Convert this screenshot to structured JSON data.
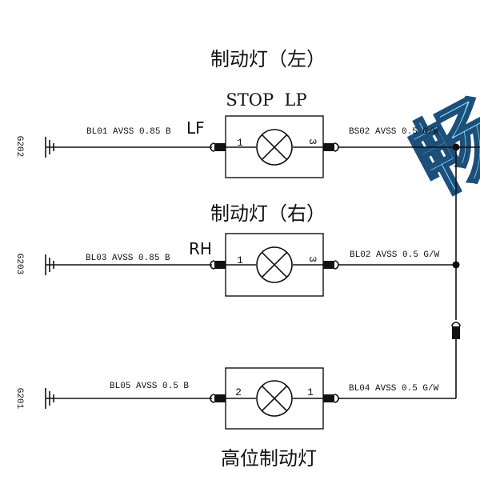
{
  "diagram": {
    "watermark": "畅",
    "lamps": [
      {
        "title": "制动灯（左）",
        "subtitle": "STOP  LP",
        "side_tag": "LF",
        "ground": "G202",
        "left_wire": "BL01 AVSS 0.85 B",
        "right_wire": "BS02 AVSS 0.5 G/W",
        "left_pin": "1",
        "right_pin": "3"
      },
      {
        "title": "制动灯（右）",
        "side_tag": "RH",
        "ground": "G203",
        "left_wire": "BL03 AVSS 0.85 B",
        "right_wire": "BL02 AVSS 0.5 G/W",
        "left_pin": "1",
        "right_pin": "3"
      },
      {
        "title": "高位制动灯",
        "ground": "G201",
        "left_wire": "BL05 AVSS 0.5 B",
        "right_wire": "BL04 AVSS 0.5 G/W",
        "left_pin": "2",
        "right_pin": "1"
      }
    ]
  }
}
